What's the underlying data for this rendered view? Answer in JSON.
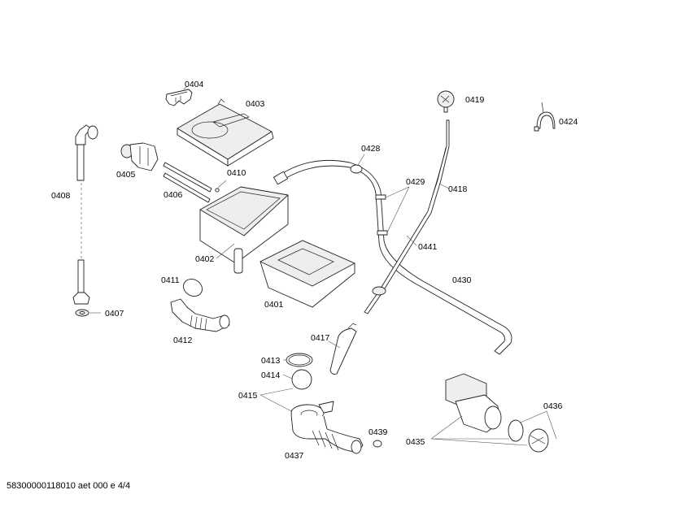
{
  "diagram": {
    "type": "exploded-parts-view",
    "parts": [
      {
        "id": "0401",
        "label": "0401"
      },
      {
        "id": "0402",
        "label": "0402"
      },
      {
        "id": "0403",
        "label": "0403"
      },
      {
        "id": "0404",
        "label": "0404"
      },
      {
        "id": "0405",
        "label": "0405"
      },
      {
        "id": "0406",
        "label": "0406"
      },
      {
        "id": "0407",
        "label": "0407"
      },
      {
        "id": "0408",
        "label": "0408"
      },
      {
        "id": "0410",
        "label": "0410"
      },
      {
        "id": "0411",
        "label": "0411"
      },
      {
        "id": "0412",
        "label": "0412"
      },
      {
        "id": "0413",
        "label": "0413"
      },
      {
        "id": "0414",
        "label": "0414"
      },
      {
        "id": "0415",
        "label": "0415"
      },
      {
        "id": "0417",
        "label": "0417"
      },
      {
        "id": "0418",
        "label": "0418"
      },
      {
        "id": "0419",
        "label": "0419"
      },
      {
        "id": "0424",
        "label": "0424"
      },
      {
        "id": "0428",
        "label": "0428"
      },
      {
        "id": "0429",
        "label": "0429"
      },
      {
        "id": "0430",
        "label": "0430"
      },
      {
        "id": "0435",
        "label": "0435"
      },
      {
        "id": "0436",
        "label": "0436"
      },
      {
        "id": "0437",
        "label": "0437"
      },
      {
        "id": "0439",
        "label": "0439"
      },
      {
        "id": "0441",
        "label": "0441"
      }
    ]
  },
  "footer": {
    "text": "58300000118010 aet 000 e 4/4"
  }
}
